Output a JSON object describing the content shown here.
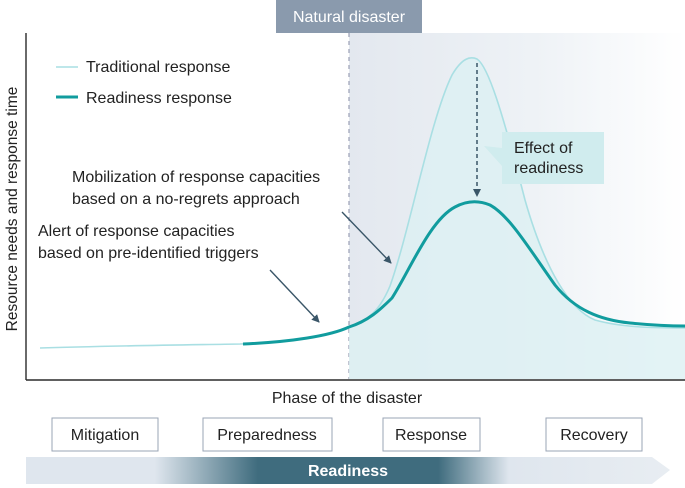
{
  "figure": {
    "event_label": "Natural disaster",
    "y_axis_label": "Resource needs and response time",
    "x_axis_label": "Phase of the disaster",
    "legend": {
      "traditional": "Traditional response",
      "readiness": "Readiness response"
    },
    "annotations": {
      "effect_line1": "Effect of",
      "effect_line2": "readiness",
      "mobilization_line1": "Mobilization of response capacities",
      "mobilization_line2": "based on a no-regrets approach",
      "alert_line1": "Alert of response capacities",
      "alert_line2": "based on pre-identified triggers"
    },
    "phases": [
      "Mitigation",
      "Preparedness",
      "Response",
      "Recovery"
    ],
    "arrow_label": "Readiness",
    "colors": {
      "teal": "#119c9e",
      "light_teal": "#a9dfe3",
      "fill_teal": "#dcf0f2",
      "event_box": "#8a9aad",
      "dark_slate": "#3e5f75",
      "callout": "#d0ecee",
      "arrow_light": "#dde4ec",
      "arrow_dark": "#3f6c7e"
    }
  }
}
